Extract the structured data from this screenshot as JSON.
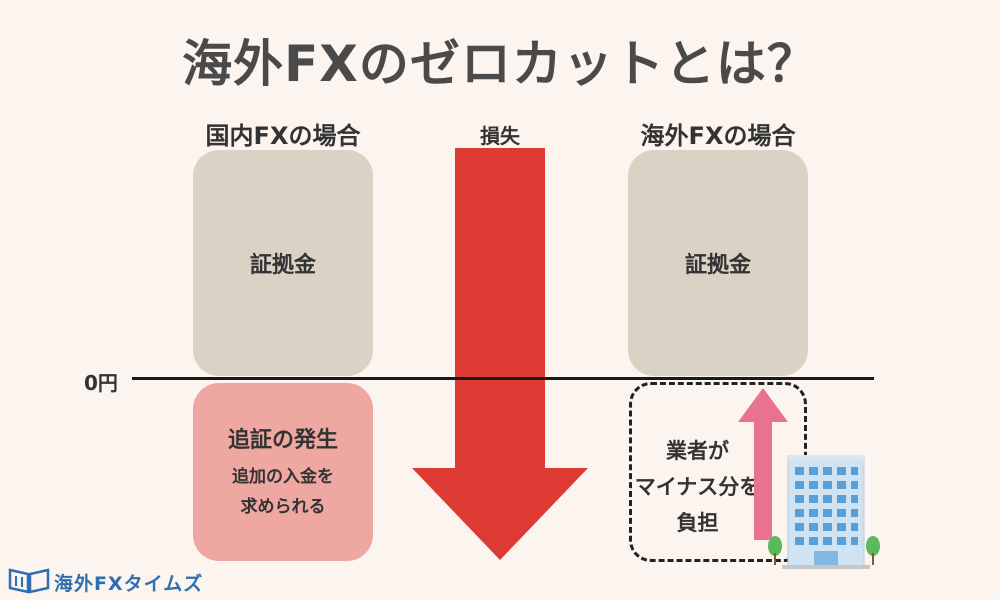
{
  "title": "海外FXのゼロカットとは？",
  "domestic": {
    "heading": "国内FXの場合",
    "margin_label": "証拠金",
    "call_title": "追証の発生",
    "call_line1": "追加の入金を",
    "call_line2": "求められる"
  },
  "loss_label": "損失",
  "overseas": {
    "heading": "海外FXの場合",
    "margin_label": "証拠金",
    "broker_line1": "業者が",
    "broker_line2": "マイナス分を",
    "broker_line3": "負担"
  },
  "zero_label": "0円",
  "logo_text": "海外FXタイムズ",
  "colors": {
    "background": "#fbf4ef",
    "margin_box": "#dbd2c6",
    "margin_call_box": "#efa7a2",
    "loss_arrow": "#dd3a33",
    "up_arrow": "#e8728f",
    "building": "#cfe3f2",
    "logo": "#2d6fb0"
  },
  "icons": [
    "down-arrow-icon",
    "up-arrow-icon",
    "building-icon",
    "tree-icon",
    "book-logo-icon"
  ]
}
